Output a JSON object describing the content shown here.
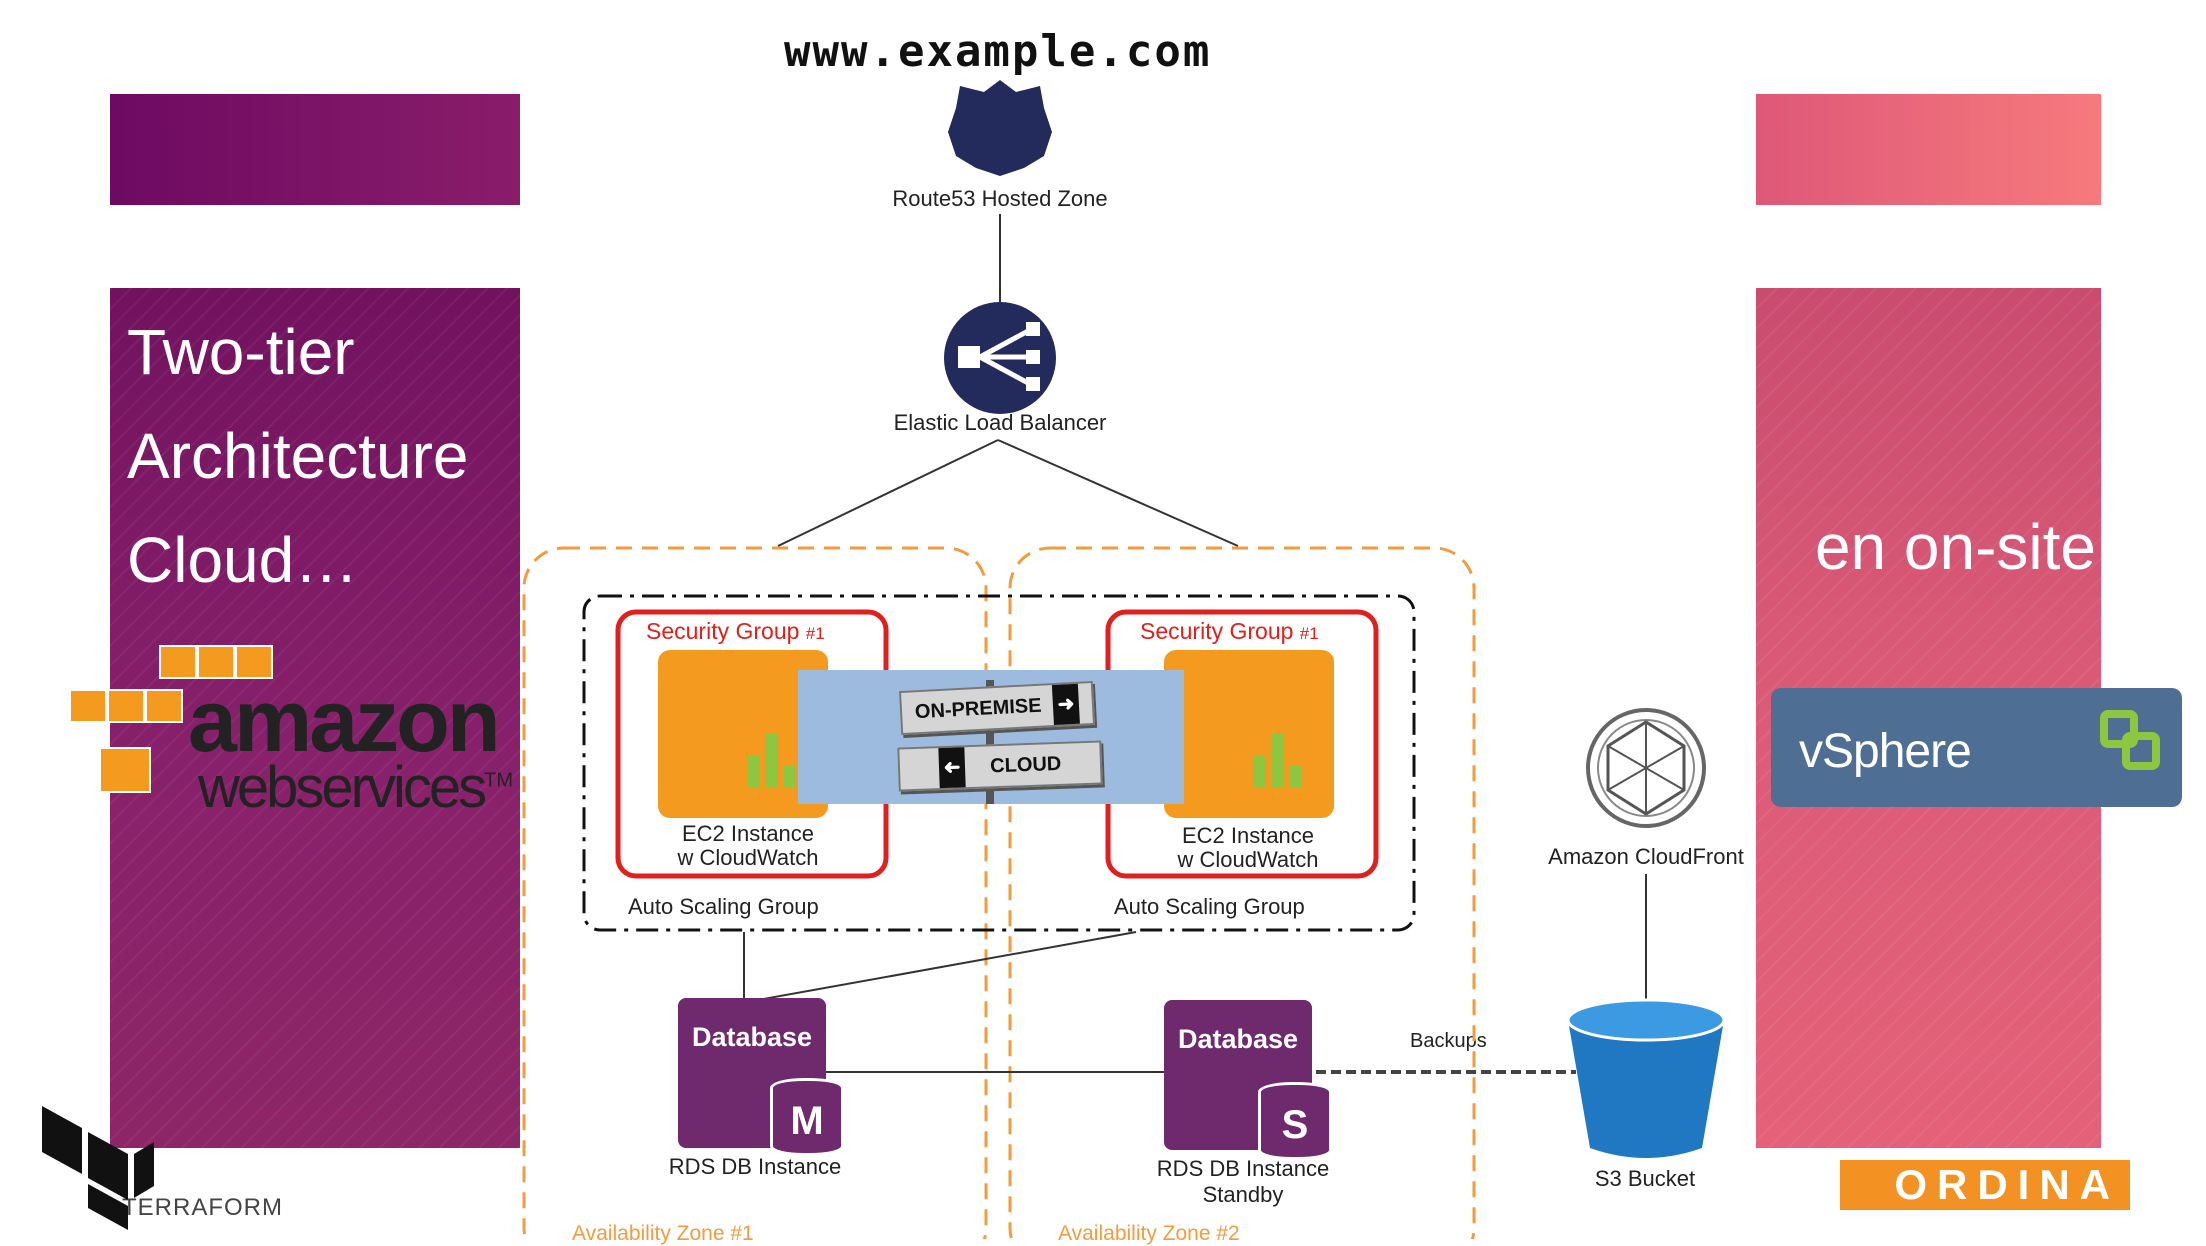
{
  "header": {
    "url": "www.example.com"
  },
  "left_panel": {
    "title_lines": [
      "Two-tier",
      "Architecture",
      "Cloud…"
    ]
  },
  "right_panel": {
    "title": "en on-site"
  },
  "logos": {
    "aws_main": "amazon",
    "aws_sub": "webservices",
    "aws_tm": "TM",
    "vsphere": "vSphere",
    "terraform": "TERRAFORM",
    "ordina": "ORDINA"
  },
  "diagram": {
    "route53_label": "Route53 Hosted Zone",
    "elb_label": "Elastic Load Balancer",
    "security_group_1": "Security Group",
    "security_group_1_num": "#1",
    "security_group_2": "Security Group",
    "security_group_2_num": "#1",
    "ec2_1_label_line1": "EC2 Instance",
    "ec2_1_label_line2": "w CloudWatch",
    "ec2_2_label_line1": "EC2 Instance",
    "ec2_2_label_line2": "w CloudWatch",
    "asg_1_label": "Auto Scaling Group",
    "asg_2_label": "Auto Scaling Group",
    "db_1_title": "Database",
    "db_1_letter": "M",
    "db_1_label": "RDS DB Instance",
    "db_2_title": "Database",
    "db_2_letter": "S",
    "db_2_label_line1": "RDS DB Instance",
    "db_2_label_line2": "Standby",
    "backups_label": "Backups",
    "s3_label": "S3 Bucket",
    "cloudfront_label": "Amazon CloudFront",
    "az_1_label": "Availability Zone #1",
    "az_2_label": "Availability Zone #2",
    "sign_onpremise": "ON-PREMISE",
    "sign_cloud": "CLOUD"
  },
  "colors": {
    "left_purple": "#72125f",
    "right_pink": "#dc5b77",
    "security_red": "#e0201c",
    "ec2_orange": "#f49a1f",
    "db_purple": "#6f2a6e",
    "s3_blue": "#1f78c1",
    "az_orange": "#f39c3f",
    "elb_navy": "#232a5c"
  }
}
